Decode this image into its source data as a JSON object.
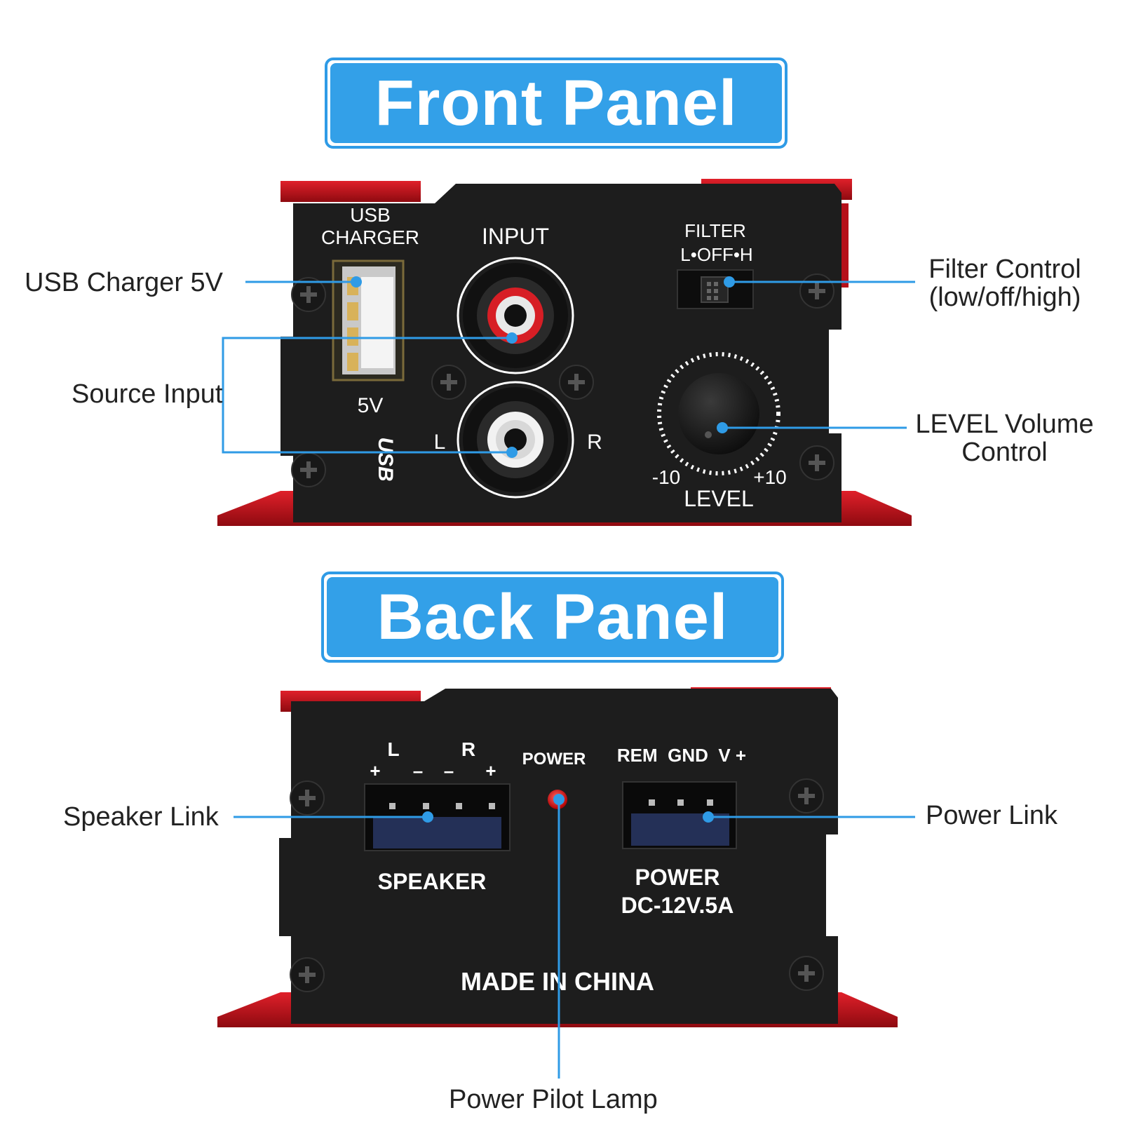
{
  "front_panel": {
    "title": "Front Panel",
    "plate": {
      "usb_label_1": "USB",
      "usb_label_2": "CHARGER",
      "usb_voltage": "5V",
      "usb_logo": "USB",
      "input_label": "INPUT",
      "left_label": "L",
      "right_label": "R",
      "filter_label": "FILTER",
      "filter_positions": "L•OFF•H",
      "level_min": "-10",
      "level_max": "+10",
      "level_label": "LEVEL"
    },
    "callouts": {
      "usb": "USB Charger 5V",
      "source": "Source Input",
      "filter_1": "Filter Control",
      "filter_2": "(low/off/high)",
      "level_1": "LEVEL Volume",
      "level_2": "Control"
    }
  },
  "back_panel": {
    "title": "Back Panel",
    "plate": {
      "speaker_l": "L",
      "speaker_r": "R",
      "speaker_polarity": [
        "+",
        "–",
        "–",
        "+"
      ],
      "power_led_label": "POWER",
      "power_terminals": "REM  GND  V +",
      "speaker_label": "SPEAKER",
      "power_label": "POWER",
      "power_spec": "DC-12V.5A",
      "made_in": "MADE IN CHINA"
    },
    "callouts": {
      "speaker": "Speaker Link",
      "power": "Power Link",
      "lamp": "Power Pilot Lamp"
    }
  },
  "colors": {
    "accent_blue": "#33a0e8",
    "leader_blue": "#2f9be6",
    "plate_black": "#1d1d1d",
    "heatsink_red": "#c8131e"
  }
}
